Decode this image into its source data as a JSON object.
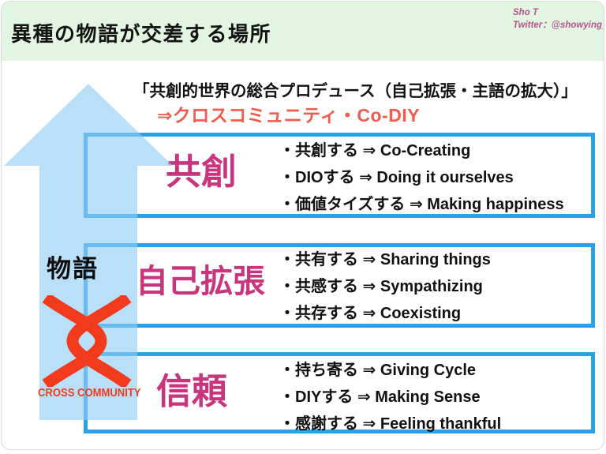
{
  "slide": {
    "header": {
      "title": "異種の物語が交差する場所",
      "credit_name": "Sho T",
      "credit_twitter": "Twitter：@showying_art"
    },
    "intro": {
      "line1": "「共創的世界の総合プロデュース（自己拡張・主語の拡大）」",
      "line2": "⇒クロスコミュニティ・Co-DIY"
    },
    "axis_label": "物語",
    "logo_caption": "CROSS COMMUNITY",
    "boxes": [
      {
        "heading": "共創",
        "bullets": [
          "・共創する ⇒ Co-Creating",
          "・DIOする ⇒ Doing it ourselves",
          "・価値タイズする ⇒ Making happiness"
        ]
      },
      {
        "heading": "自己拡張",
        "bullets": [
          "・共有する ⇒ Sharing things",
          "・共感する ⇒ Sympathizing",
          "・共存する ⇒ Coexisting"
        ]
      },
      {
        "heading": "信頼",
        "bullets": [
          "・持ち寄る ⇒ Giving Cycle",
          "・DIYする ⇒ Making Sense",
          "・感謝する ⇒ Feeling thankful"
        ]
      }
    ],
    "colors": {
      "header_bg": "#e3f6e2",
      "box_border_blue": "#29a3e8",
      "arrow_fill": "rgba(144,203,243,0.62)",
      "heading_pink": "#c8357d",
      "subtitle_coral": "#ef5b4e",
      "logo_red": "#f23a1d",
      "credit_pink": "#b7538f"
    }
  }
}
